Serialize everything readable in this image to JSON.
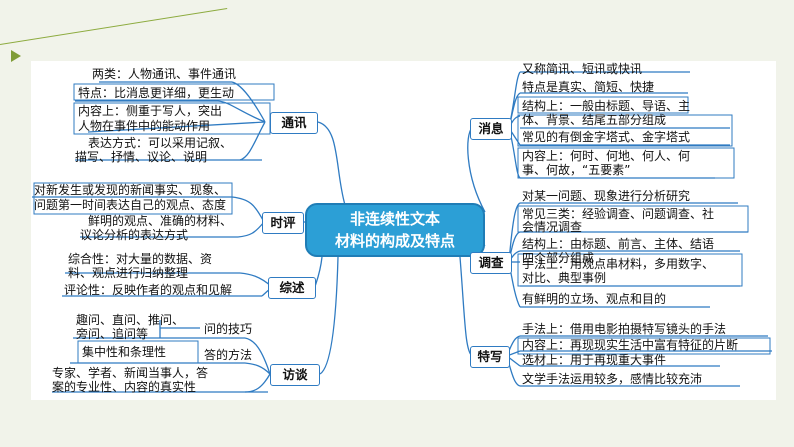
{
  "center": {
    "line1": "非连续性文本",
    "line2": "材料的构成及特点"
  },
  "left": {
    "tongxun": {
      "label": "通讯",
      "items": [
        "两类：人物通讯、事件通讯",
        "特点：比消息更详细，更生动",
        "内容上：侧重于写人，突出",
        "人物在事件中的能动作用",
        "表达方式：可以采用记叙、",
        "描写、抒情、议论、说明"
      ]
    },
    "shiping": {
      "label": "时评",
      "items": [
        "对新发生或发现的新闻事实、现象、",
        "问题第一时间表达自己的观点、态度",
        "鲜明的观点、准确的材料、",
        "议论分析的表达方式"
      ]
    },
    "zongshu": {
      "label": "综述",
      "items": [
        "综合性：对大量的数据、资",
        "料、观点进行归纳整理",
        "评论性：反映作者的观点和见解"
      ]
    },
    "fangtan": {
      "label": "访谈",
      "items": [
        "趣问、直问、推问、",
        "旁问、追问等",
        "问的技巧",
        "集中性和条理性",
        "答的方法",
        "专家、学者、新闻当事人，答",
        "案的专业性、内容的真实性"
      ]
    }
  },
  "right": {
    "xiaoxi": {
      "label": "消息",
      "items": [
        "又称简讯、短讯或快讯",
        "特点是真实、简短、快捷",
        "结构上：一般由标题、导语、主",
        "体、背景、结尾五部分组成",
        "常见的有倒金字塔式、金字塔式",
        "内容上：何时、何地、何人、何",
        "事、何故，“五要素”"
      ]
    },
    "diaocha": {
      "label": "调查",
      "items": [
        "对某一问题、现象进行分析研究",
        "常见三类：经验调查、问题调查、社",
        "会情况调查",
        "结构上：由标题、前言、主体、结语",
        "四个部分组成",
        "手法上：用观点串材料，多用数字、",
        "对比、典型事例",
        "有鲜明的立场、观点和目的"
      ]
    },
    "texie": {
      "label": "特写",
      "items": [
        "手法上：借用电影拍摄特写镜头的手法",
        "内容上：再现现实生活中富有特征的片断",
        "选材上：用于再现重大事件",
        "文学手法运用较多，感情比较充沛"
      ]
    }
  }
}
